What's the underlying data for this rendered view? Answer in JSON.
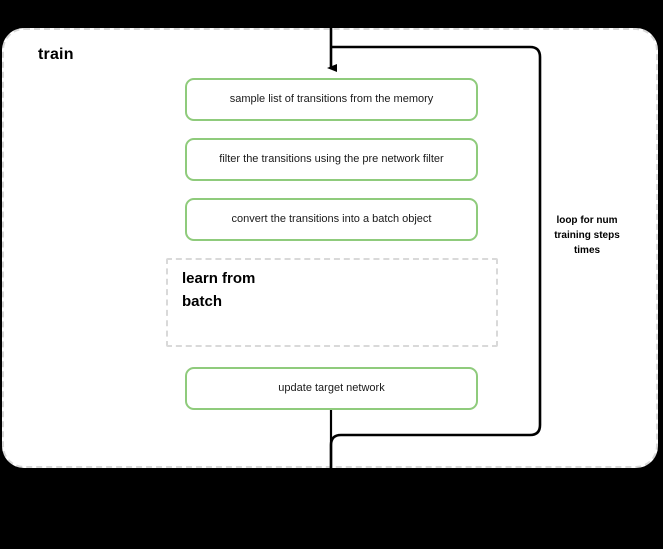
{
  "diagram": {
    "title": "train",
    "background_color": "#000000",
    "group_fill": "#ffffff",
    "group_border_color": "#d9d9d9",
    "process_border_color": "#8fcb7c",
    "connector_color": "#000000",
    "process_boxes": [
      {
        "id": "sample",
        "label": "sample list of transitions from the memory"
      },
      {
        "id": "filter",
        "label": "filter the transitions using the pre network filter"
      },
      {
        "id": "convert",
        "label": "convert the transitions into a batch object"
      },
      {
        "id": "update",
        "label": "update target network"
      }
    ],
    "subgroups": [
      {
        "id": "learn-from-batch",
        "label": "learn from\nbatch"
      }
    ],
    "annotations": [
      {
        "id": "loop-label",
        "label": "loop for num\ntraining steps\ntimes"
      }
    ]
  }
}
